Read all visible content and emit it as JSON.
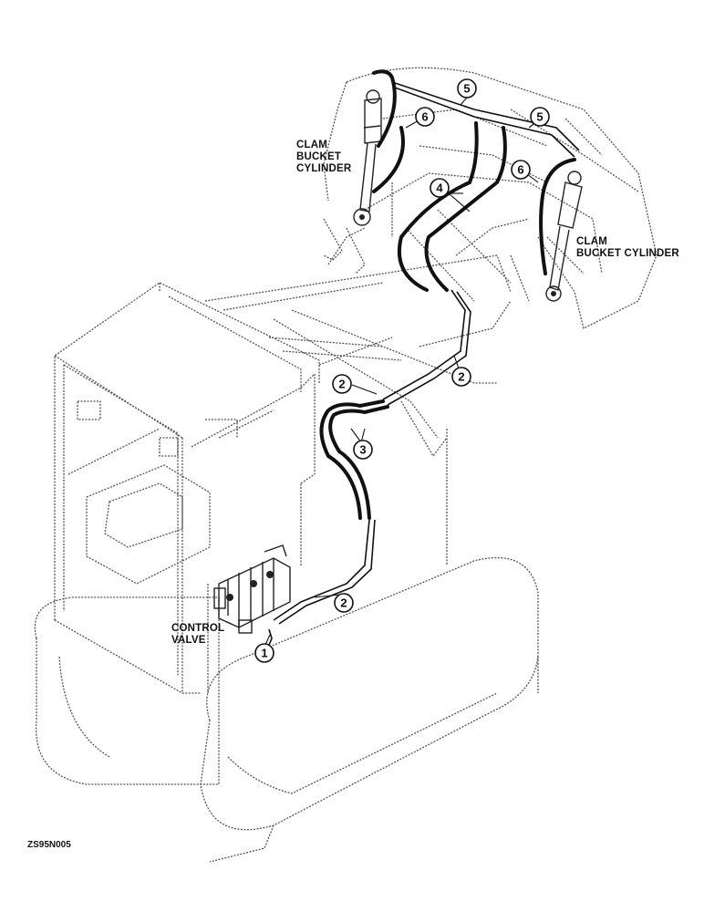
{
  "labels": {
    "clam_left": [
      "CLAM",
      "BUCKET",
      "CYLINDER"
    ],
    "clam_right": [
      "CLAM",
      "BUCKET CYLINDER"
    ],
    "control_valve": [
      "CONTROL",
      "VALVE"
    ]
  },
  "callouts": [
    "1",
    "2",
    "2",
    "2",
    "3",
    "4",
    "5",
    "5",
    "6",
    "6"
  ],
  "figure_code": "ZS95N005"
}
